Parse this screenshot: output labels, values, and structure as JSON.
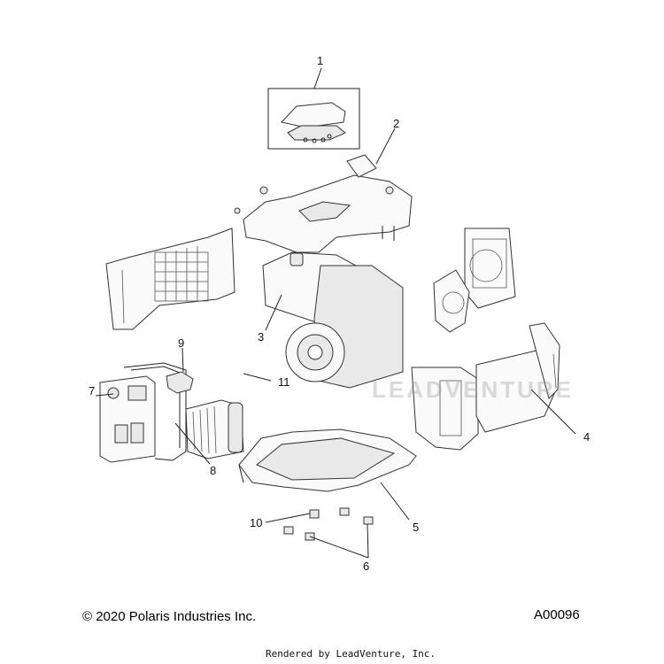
{
  "callouts": [
    {
      "id": "1",
      "label": "1"
    },
    {
      "id": "2",
      "label": "2"
    },
    {
      "id": "3",
      "label": "3"
    },
    {
      "id": "4",
      "label": "4"
    },
    {
      "id": "5",
      "label": "5"
    },
    {
      "id": "6",
      "label": "6"
    },
    {
      "id": "7",
      "label": "7"
    },
    {
      "id": "8",
      "label": "8"
    },
    {
      "id": "9",
      "label": "9"
    },
    {
      "id": "10",
      "label": "10"
    },
    {
      "id": "11",
      "label": "11"
    }
  ],
  "footer": {
    "copyright": "© 2020 Polaris Industries Inc.",
    "drawing_id": "A00096",
    "rendered_by": "Rendered by LeadVenture, Inc."
  },
  "watermark": "LEADVENTURE"
}
